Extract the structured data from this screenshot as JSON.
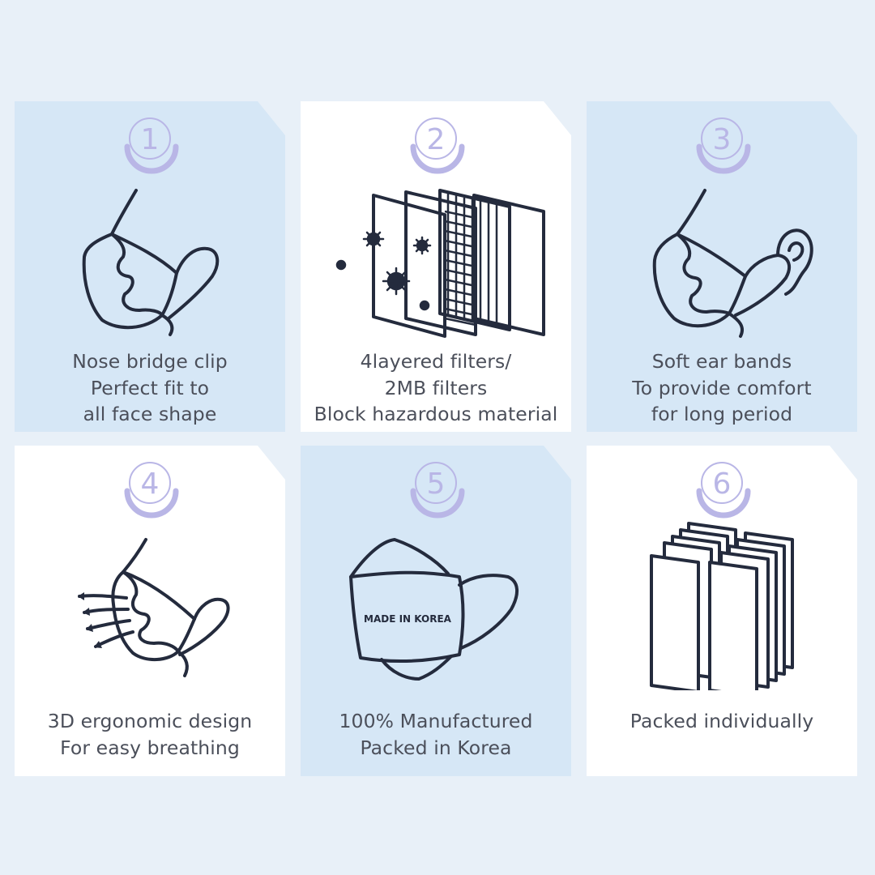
{
  "colors": {
    "page_background": "#e8f0f8",
    "card_blue": "#d6e7f6",
    "card_white": "#ffffff",
    "number_badge": "#b9b6e6",
    "line_art": "#242b3d",
    "caption_text": "#4b4f5a"
  },
  "features": [
    {
      "number": "1",
      "icon": "nose-bridge-mask-icon",
      "lines": [
        "Nose bridge clip",
        "Perfect fit to",
        "all face shape"
      ]
    },
    {
      "number": "2",
      "icon": "layered-filters-icon",
      "lines": [
        "4layered filters/",
        "2MB filters",
        "Block hazardous material"
      ]
    },
    {
      "number": "3",
      "icon": "ear-band-mask-icon",
      "lines": [
        "Soft ear bands",
        "To provide comfort",
        "for long period"
      ]
    },
    {
      "number": "4",
      "icon": "breathing-mask-icon",
      "lines": [
        "3D ergonomic design",
        "For easy breathing"
      ]
    },
    {
      "number": "5",
      "icon": "made-in-korea-mask-icon",
      "mask_label": "MADE IN KOREA",
      "lines": [
        "100% Manufactured",
        "Packed in Korea"
      ]
    },
    {
      "number": "6",
      "icon": "individual-packs-icon",
      "lines": [
        "Packed individually"
      ]
    }
  ]
}
